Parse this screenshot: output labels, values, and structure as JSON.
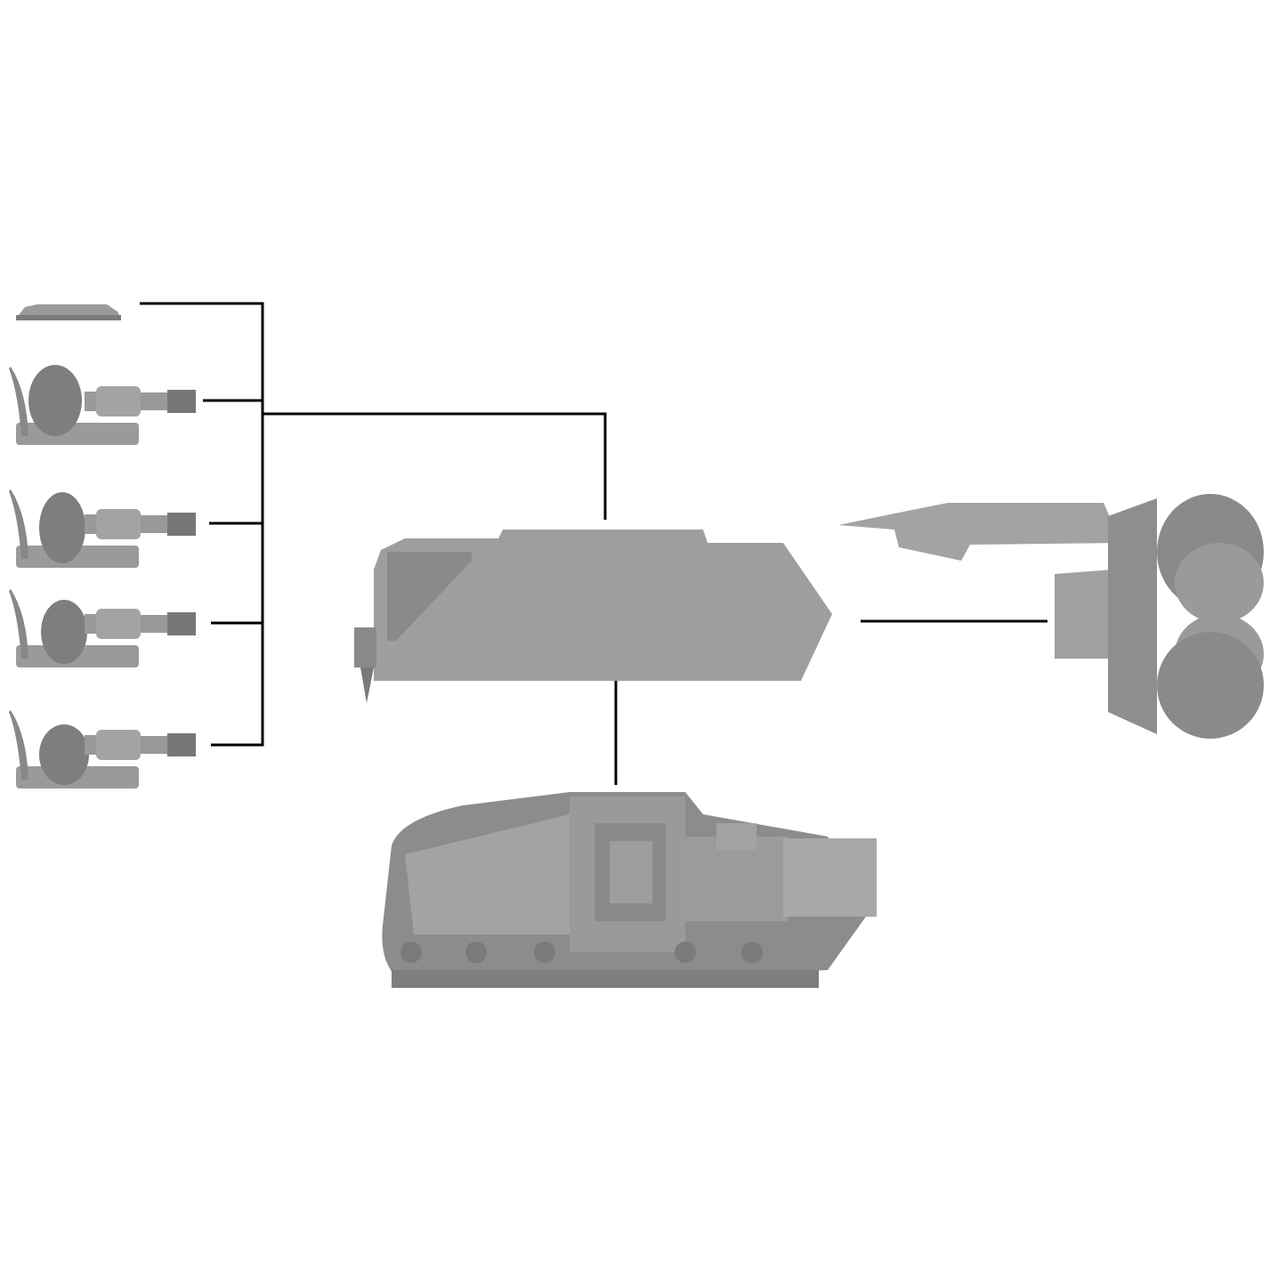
{
  "colors": {
    "background": "#ffffff",
    "connector": "#000000",
    "model_light": "#a3a3a3",
    "model_mid": "#8e8e8e",
    "model_dark": "#6e6e6e"
  },
  "parts": {
    "crew_options": [
      {
        "name": "hatch-cover"
      },
      {
        "name": "gunner-hooded"
      },
      {
        "name": "gunner-helmet"
      },
      {
        "name": "gunner-cap"
      },
      {
        "name": "gunner-beret"
      }
    ]
  }
}
